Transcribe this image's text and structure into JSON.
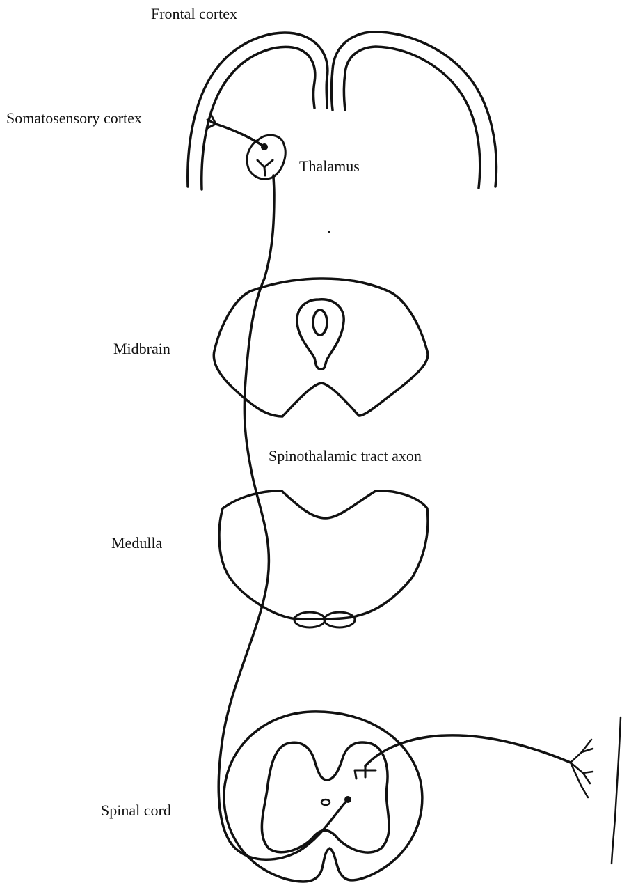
{
  "labels": {
    "frontal_cortex": "Frontal cortex",
    "somatosensory_cortex": "Somatosensory cortex",
    "thalamus": "Thalamus",
    "midbrain": "Midbrain",
    "spinothalamic_tract_axon": "Spinothalamic tract axon",
    "medulla": "Medulla",
    "spinal_cord": "Spinal cord"
  },
  "colors": {
    "ink": "#111111",
    "background": "#ffffff"
  }
}
